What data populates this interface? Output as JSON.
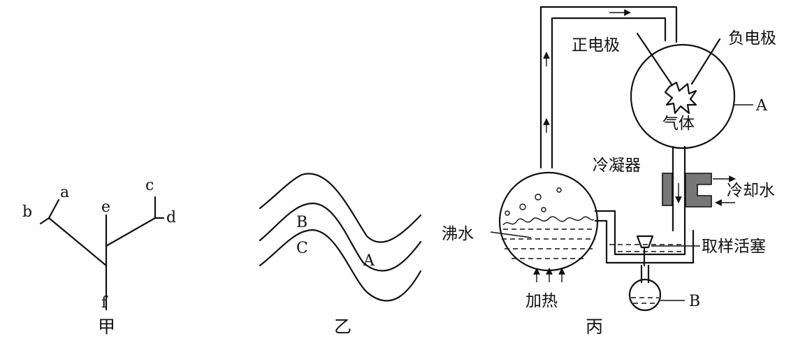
{
  "jia": {
    "caption": "甲",
    "labels": {
      "a": "a",
      "b": "b",
      "c": "c",
      "d": "d",
      "e": "e",
      "f": "f"
    }
  },
  "yi": {
    "caption": "乙",
    "labels": {
      "A": "A",
      "B": "B",
      "C": "C"
    }
  },
  "bing": {
    "caption": "丙",
    "labels": {
      "positive_electrode": "正电极",
      "negative_electrode": "负电极",
      "gas": "气体",
      "flask_A": "A",
      "condenser": "冷凝器",
      "cooling_water": "冷却水",
      "boiling_water": "沸水",
      "sampling_valve": "取样活塞",
      "heating": "加热",
      "flask_B": "B"
    }
  }
}
